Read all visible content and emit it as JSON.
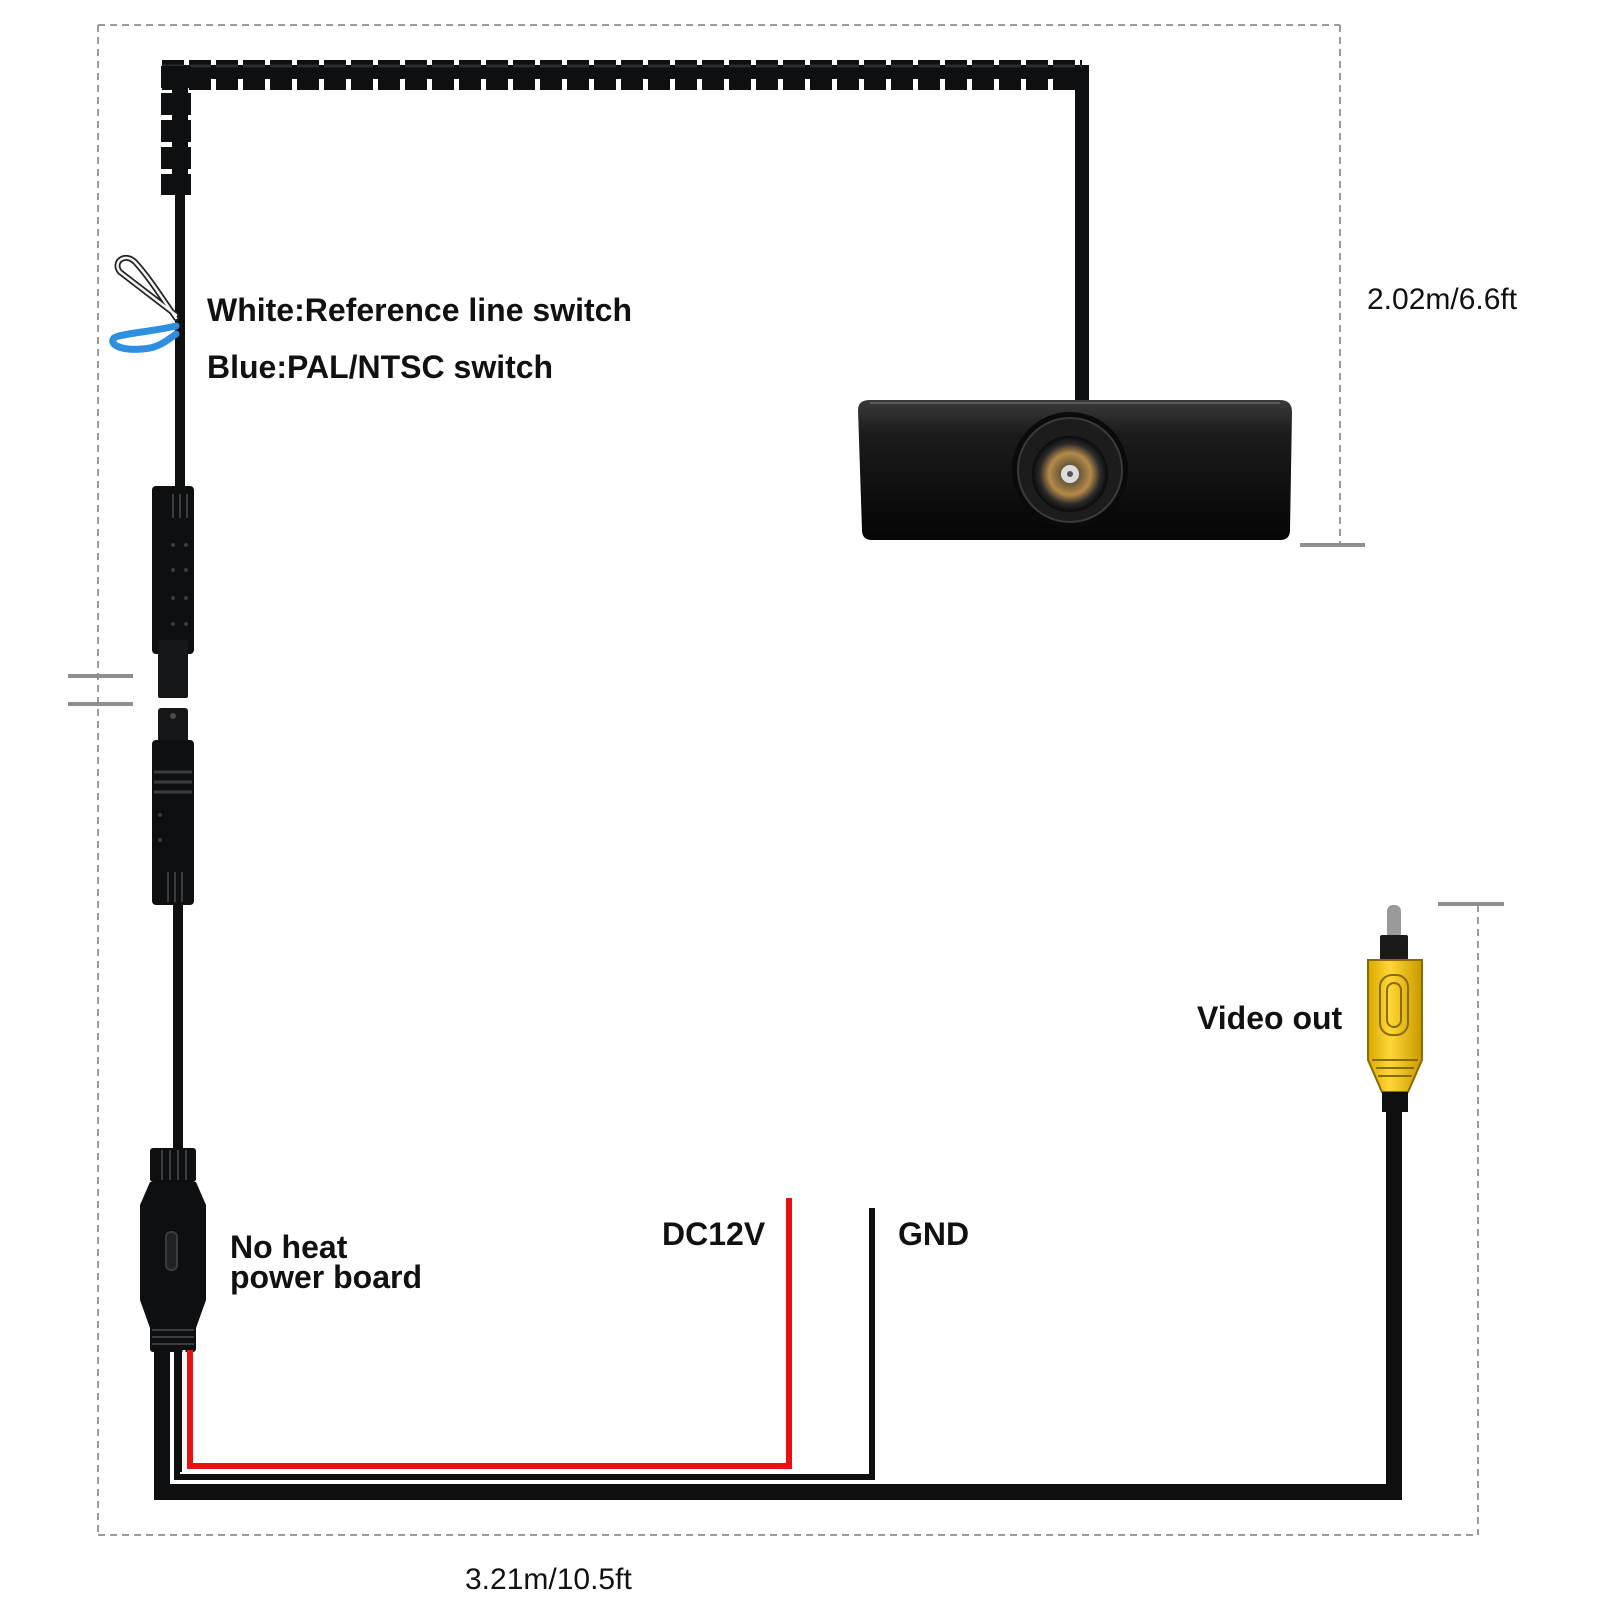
{
  "diagram": {
    "labels": {
      "white_wire": "White:Reference line switch",
      "blue_wire": "Blue:PAL/NTSC switch",
      "power_board_line1": "No heat",
      "power_board_line2": "power board",
      "dc12v": "DC12V",
      "gnd": "GND",
      "video_out": "Video out"
    },
    "dimensions": {
      "vertical": "2.02m/6.6ft",
      "horizontal": "3.21m/10.5ft"
    },
    "colors": {
      "cable": "#0d0f10",
      "power_wire": "#e81010",
      "white_wire": "#f4f4f4",
      "blue_wire": "#2e8ee0",
      "rca_plug": "#f2c40f",
      "dimension_line": "#9a9a9a"
    }
  }
}
